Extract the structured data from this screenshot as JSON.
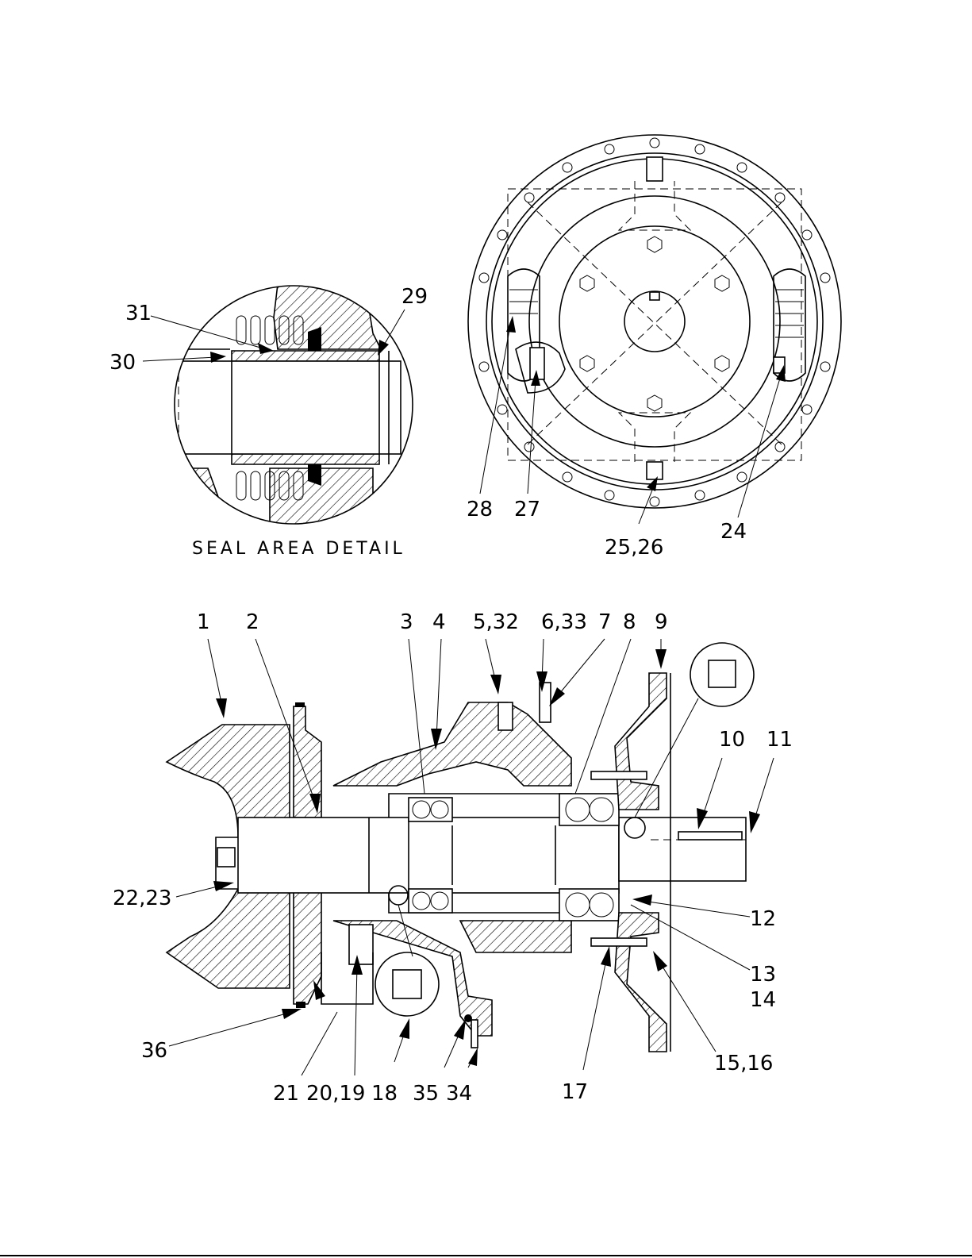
{
  "seal_detail": {
    "title": "SEAL AREA DETAIL",
    "callouts": [
      "31",
      "30",
      "29"
    ]
  },
  "end_view": {
    "callouts": [
      "28",
      "27",
      "25,26",
      "24"
    ]
  },
  "section_view": {
    "callouts_top": [
      "1",
      "2",
      "3",
      "4",
      "5,32",
      "6,33",
      "7",
      "8",
      "9",
      "10",
      "11"
    ],
    "callouts_right": [
      "12",
      "13",
      "14",
      "15,16"
    ],
    "callouts_left": [
      "22,23",
      "36"
    ],
    "callouts_bottom": [
      "21",
      "20,19",
      "18",
      "35",
      "34",
      "17"
    ]
  }
}
